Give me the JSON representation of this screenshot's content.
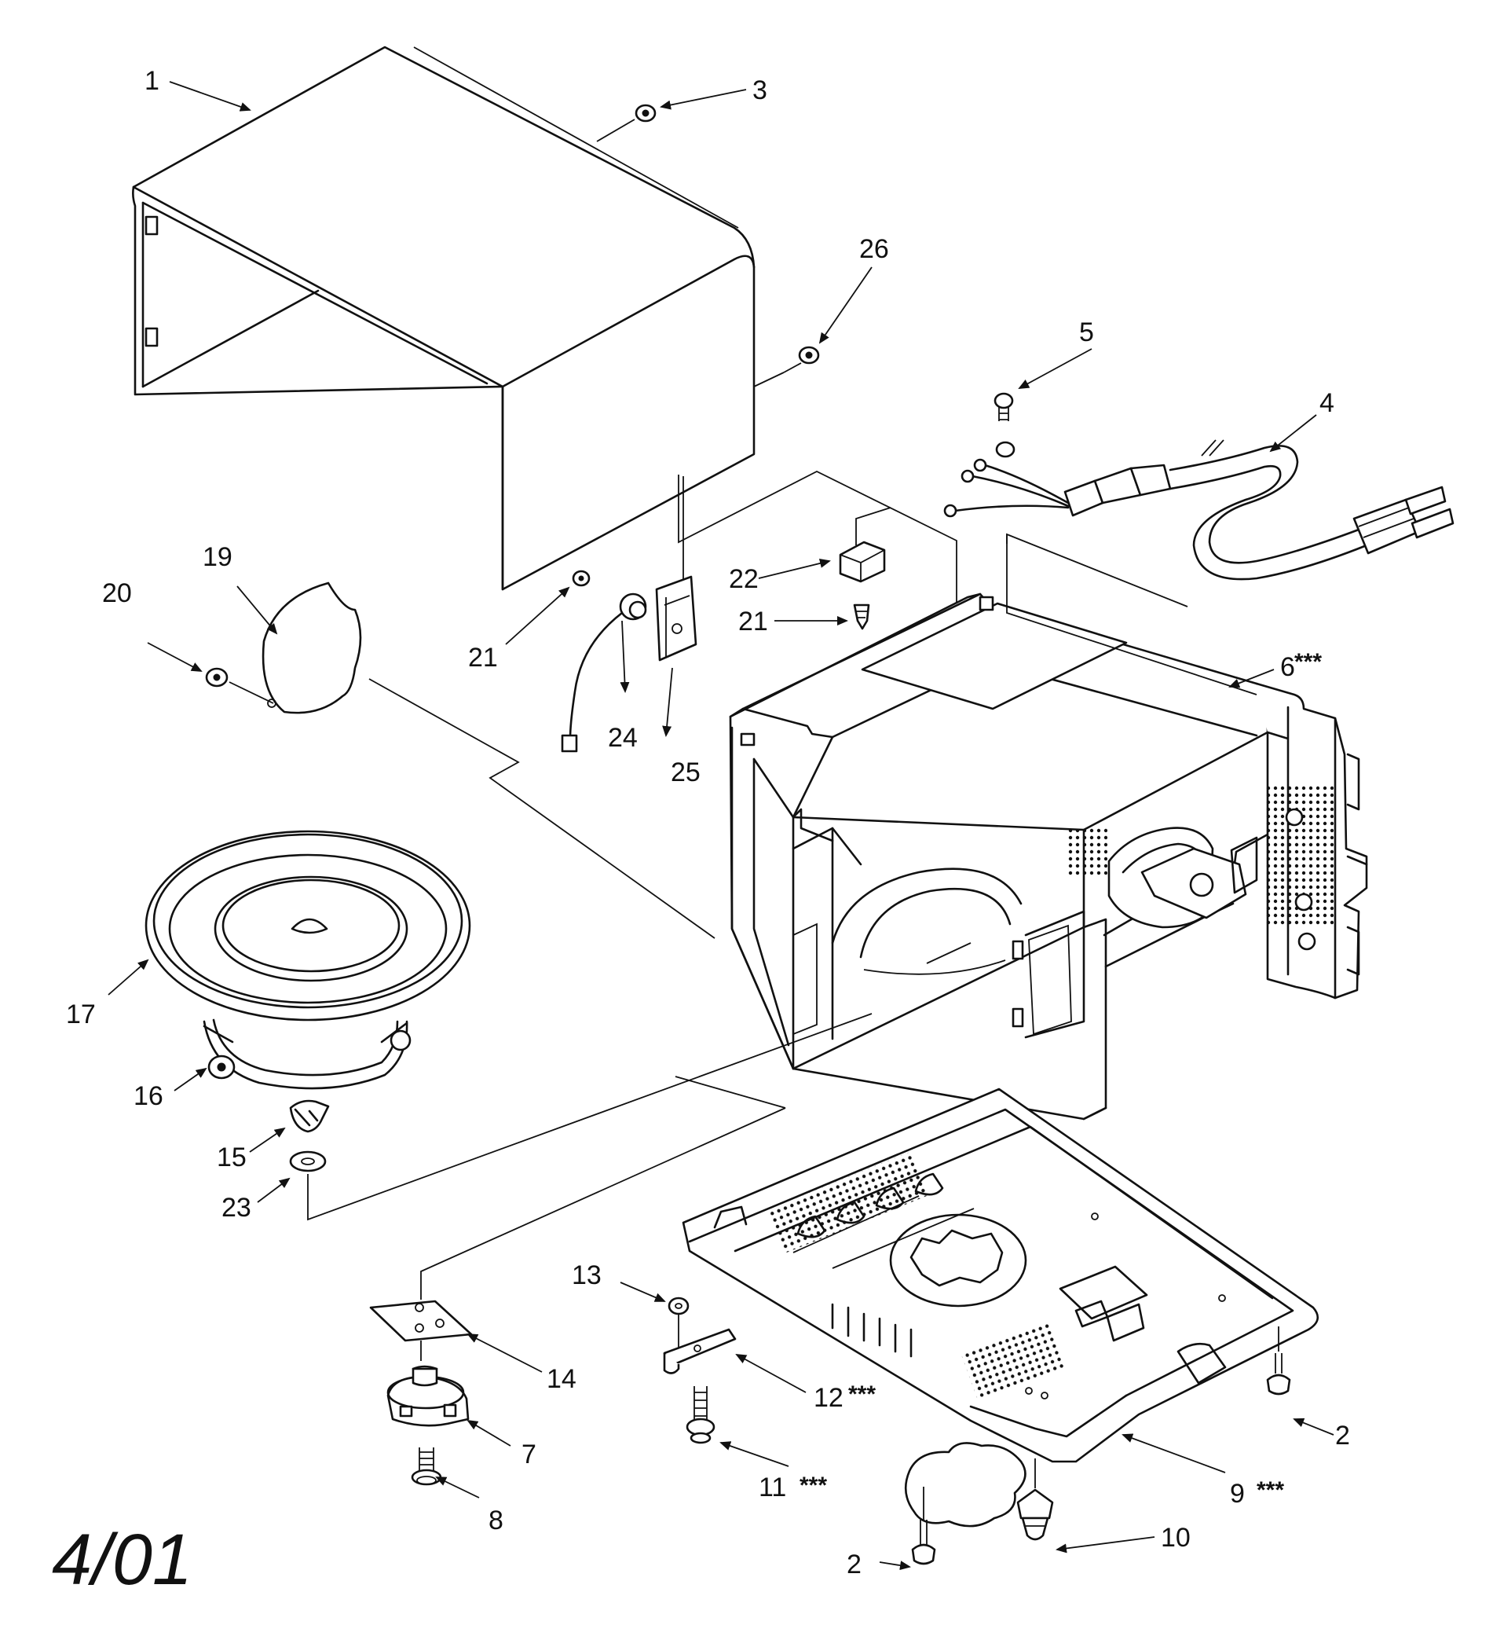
{
  "labels": {
    "p1": "1",
    "p2a": "2",
    "p2b": "2",
    "p3": "3",
    "p4": "4",
    "p5": "5",
    "p6": "6",
    "p7": "7",
    "p8": "8",
    "p9": "9",
    "p10": "10",
    "p11": "11",
    "p12": "12",
    "p13": "13",
    "p14": "14",
    "p15": "15",
    "p16": "16",
    "p17": "17",
    "p19": "19",
    "p20": "20",
    "p21a": "21",
    "p21b": "21",
    "p22": "22",
    "p23": "23",
    "p24": "24",
    "p25": "25",
    "p26": "26"
  },
  "marker": "***",
  "date_mark": "4/01"
}
